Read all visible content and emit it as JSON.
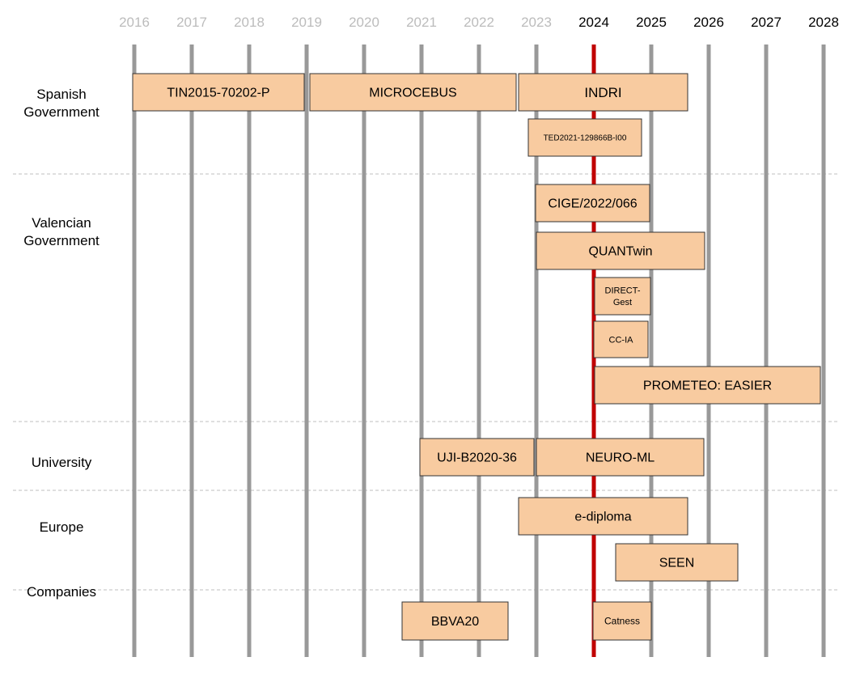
{
  "colors": {
    "past_year": "#bcbcbc",
    "future_year": "#000000",
    "gridline": "#999999",
    "current_line": "#c00000",
    "bar_fill": "#f8cba0",
    "bar_stroke": "#333333",
    "separator": "#bfbfbf",
    "text": "#000000"
  },
  "chart_data": {
    "type": "timeline",
    "current_year": 2024,
    "years": [
      "2016",
      "2017",
      "2018",
      "2019",
      "2020",
      "2021",
      "2022",
      "2023",
      "2024",
      "2025",
      "2026",
      "2027",
      "2028"
    ],
    "groups": [
      {
        "name": "Spanish Government",
        "lines": [
          "Spanish",
          "Government"
        ]
      },
      {
        "name": "Valencian Government",
        "lines": [
          "Valencian",
          "Government"
        ]
      },
      {
        "name": "University",
        "lines": [
          "University"
        ]
      },
      {
        "name": "Europe",
        "lines": [
          "Europe"
        ]
      },
      {
        "name": "Companies",
        "lines": [
          "Companies"
        ]
      }
    ],
    "projects": [
      {
        "label": "TIN2015-70202-P",
        "group": "Spanish Government",
        "start": 2016.0,
        "end": 2019.0
      },
      {
        "label": "MICROCEBUS",
        "group": "Spanish Government",
        "start": 2019.0,
        "end": 2022.7
      },
      {
        "label": "INDRI",
        "group": "Spanish Government",
        "start": 2022.7,
        "end": 2025.7
      },
      {
        "label": "TED2021-129866B-I00",
        "group": "Spanish Government",
        "start": 2022.9,
        "end": 2024.9
      },
      {
        "label": "CIGE/2022/066",
        "group": "Valencian Government",
        "start": 2023.0,
        "end": 2025.0
      },
      {
        "label": "QUANTwin",
        "group": "Valencian Government",
        "start": 2023.0,
        "end": 2026.0
      },
      {
        "label": "DIRECT-Gest",
        "group": "Valencian Government",
        "start": 2024.0,
        "end": 2025.0
      },
      {
        "label": "CC-IA",
        "group": "Valencian Government",
        "start": 2024.0,
        "end": 2025.0
      },
      {
        "label": "PROMETEO: EASIER",
        "group": "Valencian Government",
        "start": 2024.0,
        "end": 2028.0
      },
      {
        "label": "UJI-B2020-36",
        "group": "University",
        "start": 2021.0,
        "end": 2023.0
      },
      {
        "label": "NEURO-ML",
        "group": "University",
        "start": 2023.0,
        "end": 2026.0
      },
      {
        "label": "e-diploma",
        "group": "Europe",
        "start": 2022.7,
        "end": 2025.7
      },
      {
        "label": "SEEN",
        "group": "Europe",
        "start": 2024.4,
        "end": 2026.6
      },
      {
        "label": "BBVA20",
        "group": "Companies",
        "start": 2020.7,
        "end": 2022.5
      },
      {
        "label": "Catness",
        "group": "Companies",
        "start": 2024.0,
        "end": 2025.0
      }
    ]
  }
}
